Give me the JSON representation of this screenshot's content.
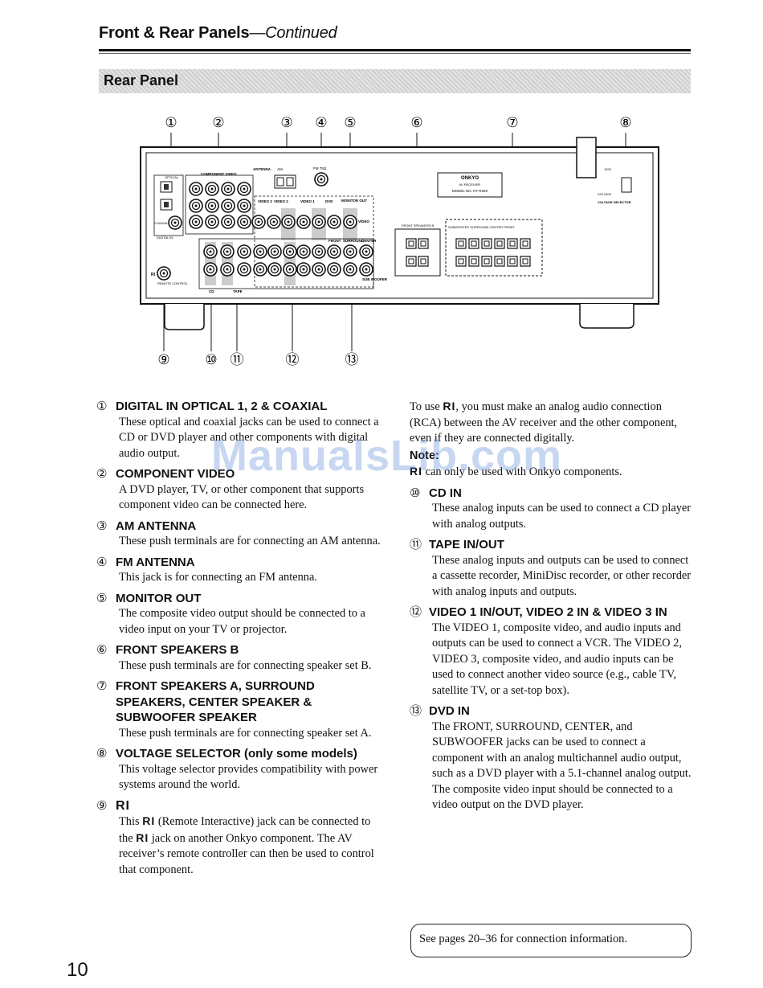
{
  "header": {
    "title": "Front & Rear Panels",
    "continued": "—Continued"
  },
  "section": {
    "title": "Rear Panel"
  },
  "diagram": {
    "callouts": [
      "①",
      "②",
      "③",
      "④",
      "⑤",
      "⑥",
      "⑦",
      "⑧",
      "⑨",
      "⑩",
      "⑪",
      "⑫",
      "⑬"
    ],
    "labels": {
      "optical": "OPTICAL",
      "coaxial": "COAXIAL",
      "digital_in": "DIGITAL IN",
      "component_video": "COMPONENT VIDEO",
      "antenna": "ANTENNA",
      "am": "AM",
      "fm": "FM 75Ω",
      "video3": "VIDEO 3",
      "video2": "VIDEO 2",
      "video1": "VIDEO 1",
      "dvd": "DVD",
      "monitor_out": "MONITOR OUT",
      "video": "VIDEO",
      "cd": "CD",
      "tape": "TAPE",
      "front": "FRONT",
      "surround": "SURROUND",
      "center": "CENTER",
      "subwoofer": "SUB WOOFER",
      "front_b": "FRONT SPEAKERS B",
      "spk_row": "SUBWOOFER SURROUND CENTER FRONT",
      "brand": "ONKYO",
      "av_receiver": "AV RECEIVER",
      "model": "MODEL NO. HT-R340",
      "v120": "120V",
      "v220": "220-240V",
      "voltage_selector": "VOLTAGE SELECTOR",
      "ri": "RI",
      "remote_control": "REMOTE CONTROL"
    }
  },
  "left_items": [
    {
      "num": "①",
      "title": "DIGITAL IN OPTICAL 1, 2 & COAXIAL",
      "body": "These optical and coaxial jacks can be used to connect a CD or DVD player and other components with digital audio output."
    },
    {
      "num": "②",
      "title": "COMPONENT VIDEO",
      "body": "A DVD player, TV, or other component that supports component video can be connected here."
    },
    {
      "num": "③",
      "title": "AM ANTENNA",
      "body": "These push terminals are for connecting an AM antenna."
    },
    {
      "num": "④",
      "title": "FM ANTENNA",
      "body": "This jack is for connecting an FM antenna."
    },
    {
      "num": "⑤",
      "title": "MONITOR OUT",
      "body": "The composite video output should be connected to a video input on your TV or projector."
    },
    {
      "num": "⑥",
      "title": "FRONT SPEAKERS B",
      "body": "These push terminals are for connecting speaker set B."
    },
    {
      "num": "⑦",
      "title": "FRONT SPEAKERS A, SURROUND SPEAKERS, CENTER SPEAKER & SUBWOOFER SPEAKER",
      "body": "These push terminals are for connecting speaker set A."
    },
    {
      "num": "⑧",
      "title": "VOLTAGE SELECTOR (only some models)",
      "body": "This voltage selector provides compatibility with power systems around the world."
    }
  ],
  "ri_item": {
    "num": "⑨",
    "ri": "RI",
    "body_1": "This",
    "body_2": "(Remote Interactive) jack can be connected to the",
    "body_3": "jack on another Onkyo component. The AV receiver’s remote controller can then be used to control that component."
  },
  "ri_continued": {
    "p1a": "To use",
    "p1b": ", you must make an analog audio connection (RCA) between the AV receiver and the other component, even if they are connected digitally.",
    "note_label": "Note:",
    "p2": "can only be used with Onkyo components."
  },
  "right_items": [
    {
      "num": "⑩",
      "title": "CD IN",
      "body": "These analog inputs can be used to connect a CD player with analog outputs."
    },
    {
      "num": "⑪",
      "title": "TAPE IN/OUT",
      "body": "These analog inputs and outputs can be used to connect a cassette recorder, MiniDisc recorder, or other recorder with analog inputs and outputs."
    },
    {
      "num": "⑫",
      "title": "VIDEO 1 IN/OUT, VIDEO 2 IN & VIDEO 3 IN",
      "body": "The VIDEO 1, composite video, and audio inputs and outputs can be used to connect a VCR. The VIDEO 2, VIDEO 3, composite video, and audio inputs can be used to connect another video source (e.g., cable TV, satellite TV, or a set-top box)."
    },
    {
      "num": "⑬",
      "title": "DVD IN",
      "body": "The FRONT, SURROUND, CENTER, and SUBWOOFER jacks can be used to connect a component with an analog multichannel audio output, such as a DVD player with a 5.1-channel analog output. The composite video input should be connected to a video output on the DVD player."
    }
  ],
  "note_box": "See pages 20–36 for connection information.",
  "page_number": "10",
  "watermark": "ManualsLib.com"
}
